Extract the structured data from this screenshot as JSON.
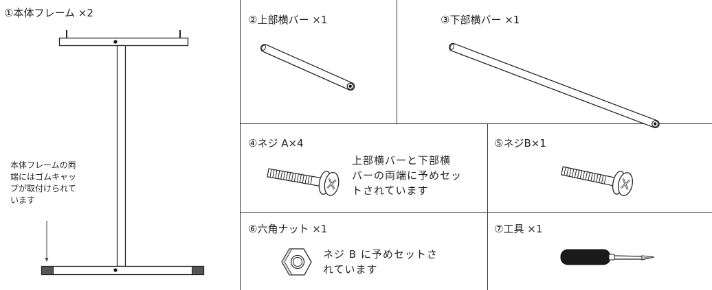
{
  "parts": {
    "p1": {
      "label": "①本体フレーム ×2",
      "note_lines": [
        "本体フレームの両",
        "端にはゴムキャッ",
        "プが取付けられて",
        "います"
      ]
    },
    "p2": {
      "label": "②上部横バー ×1"
    },
    "p3": {
      "label": "③下部横バー ×1"
    },
    "p4": {
      "label": "④ネジ A×4",
      "note_lines": [
        "上部横バーと下部横",
        "バーの両端に予めセッ",
        "トされています"
      ]
    },
    "p5": {
      "label": "⑤ネジB×1"
    },
    "p6": {
      "label": "⑥六角ナット ×1",
      "note_lines": [
        "ネジ B に予めセットさ",
        "れています"
      ]
    },
    "p7": {
      "label": "⑦工具 ×1"
    }
  },
  "icons": {
    "frame": "t-frame-illustration",
    "upper_bar": "bar-illustration",
    "lower_bar": "bar-illustration",
    "screw_a": "screw-illustration",
    "screw_b": "screw-illustration",
    "hex_nut": "hex-nut-illustration",
    "tool": "screwdriver-illustration"
  },
  "colors": {
    "line": "#222222",
    "cap": "#555555",
    "handle": "#1a1a1a"
  }
}
